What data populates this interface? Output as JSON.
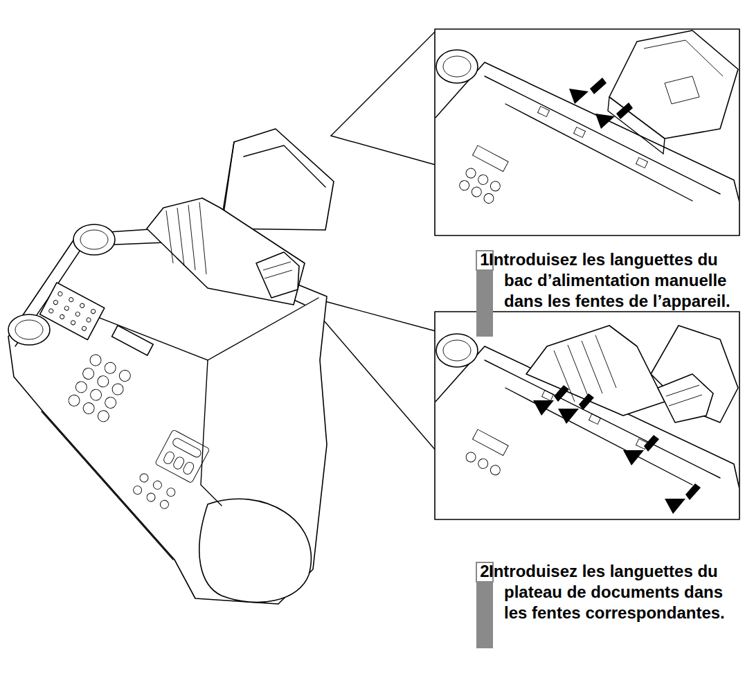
{
  "diagram": {
    "labels": [
      "1",
      "Introduisez les languettes du bac d’alimentation manuelle dans les fentes de l’appareil.",
      "2",
      "Introduisez les languettes du plateau de documents dans les fentes correspondantes."
    ]
  }
}
